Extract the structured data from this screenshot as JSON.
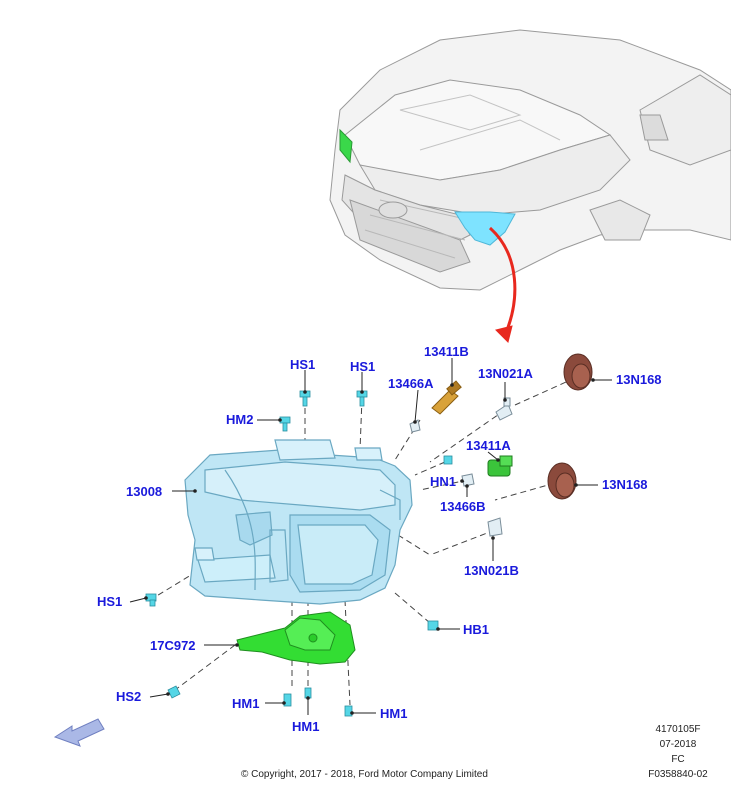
{
  "callouts": {
    "hs1_top_left": "HS1",
    "hs1_top_right": "HS1",
    "hm2": "HM2",
    "p13466a": "13466A",
    "p13411b": "13411B",
    "p13n021a": "13N021A",
    "p13n168_top": "13N168",
    "p13411a": "13411A",
    "hn1": "HN1",
    "p13466b": "13466B",
    "p13n168_mid": "13N168",
    "p13008": "13008",
    "p13n021b": "13N021B",
    "hs1_left": "HS1",
    "hb1": "HB1",
    "p17c972": "17C972",
    "hs2": "HS2",
    "hm1_left": "HM1",
    "hm1_mid": "HM1",
    "hm1_right": "HM1"
  },
  "reference": {
    "line1": "4170105F",
    "line2": "07-2018",
    "line3": "FC",
    "line4": "F0358840-02"
  },
  "copyright": "© Copyright, 2017 - 2018, Ford Motor Company Limited",
  "colors": {
    "callout_text": "#1a1adc",
    "headlamp_fill": "#bfe6f5",
    "bracket_green": "#33dd33",
    "cap_brown": "#8b4a3c",
    "arrow_red": "#e8281e",
    "fastener_cyan": "#55d6e6"
  },
  "icons": {
    "direction_arrow": "front-direction-arrow-icon"
  }
}
